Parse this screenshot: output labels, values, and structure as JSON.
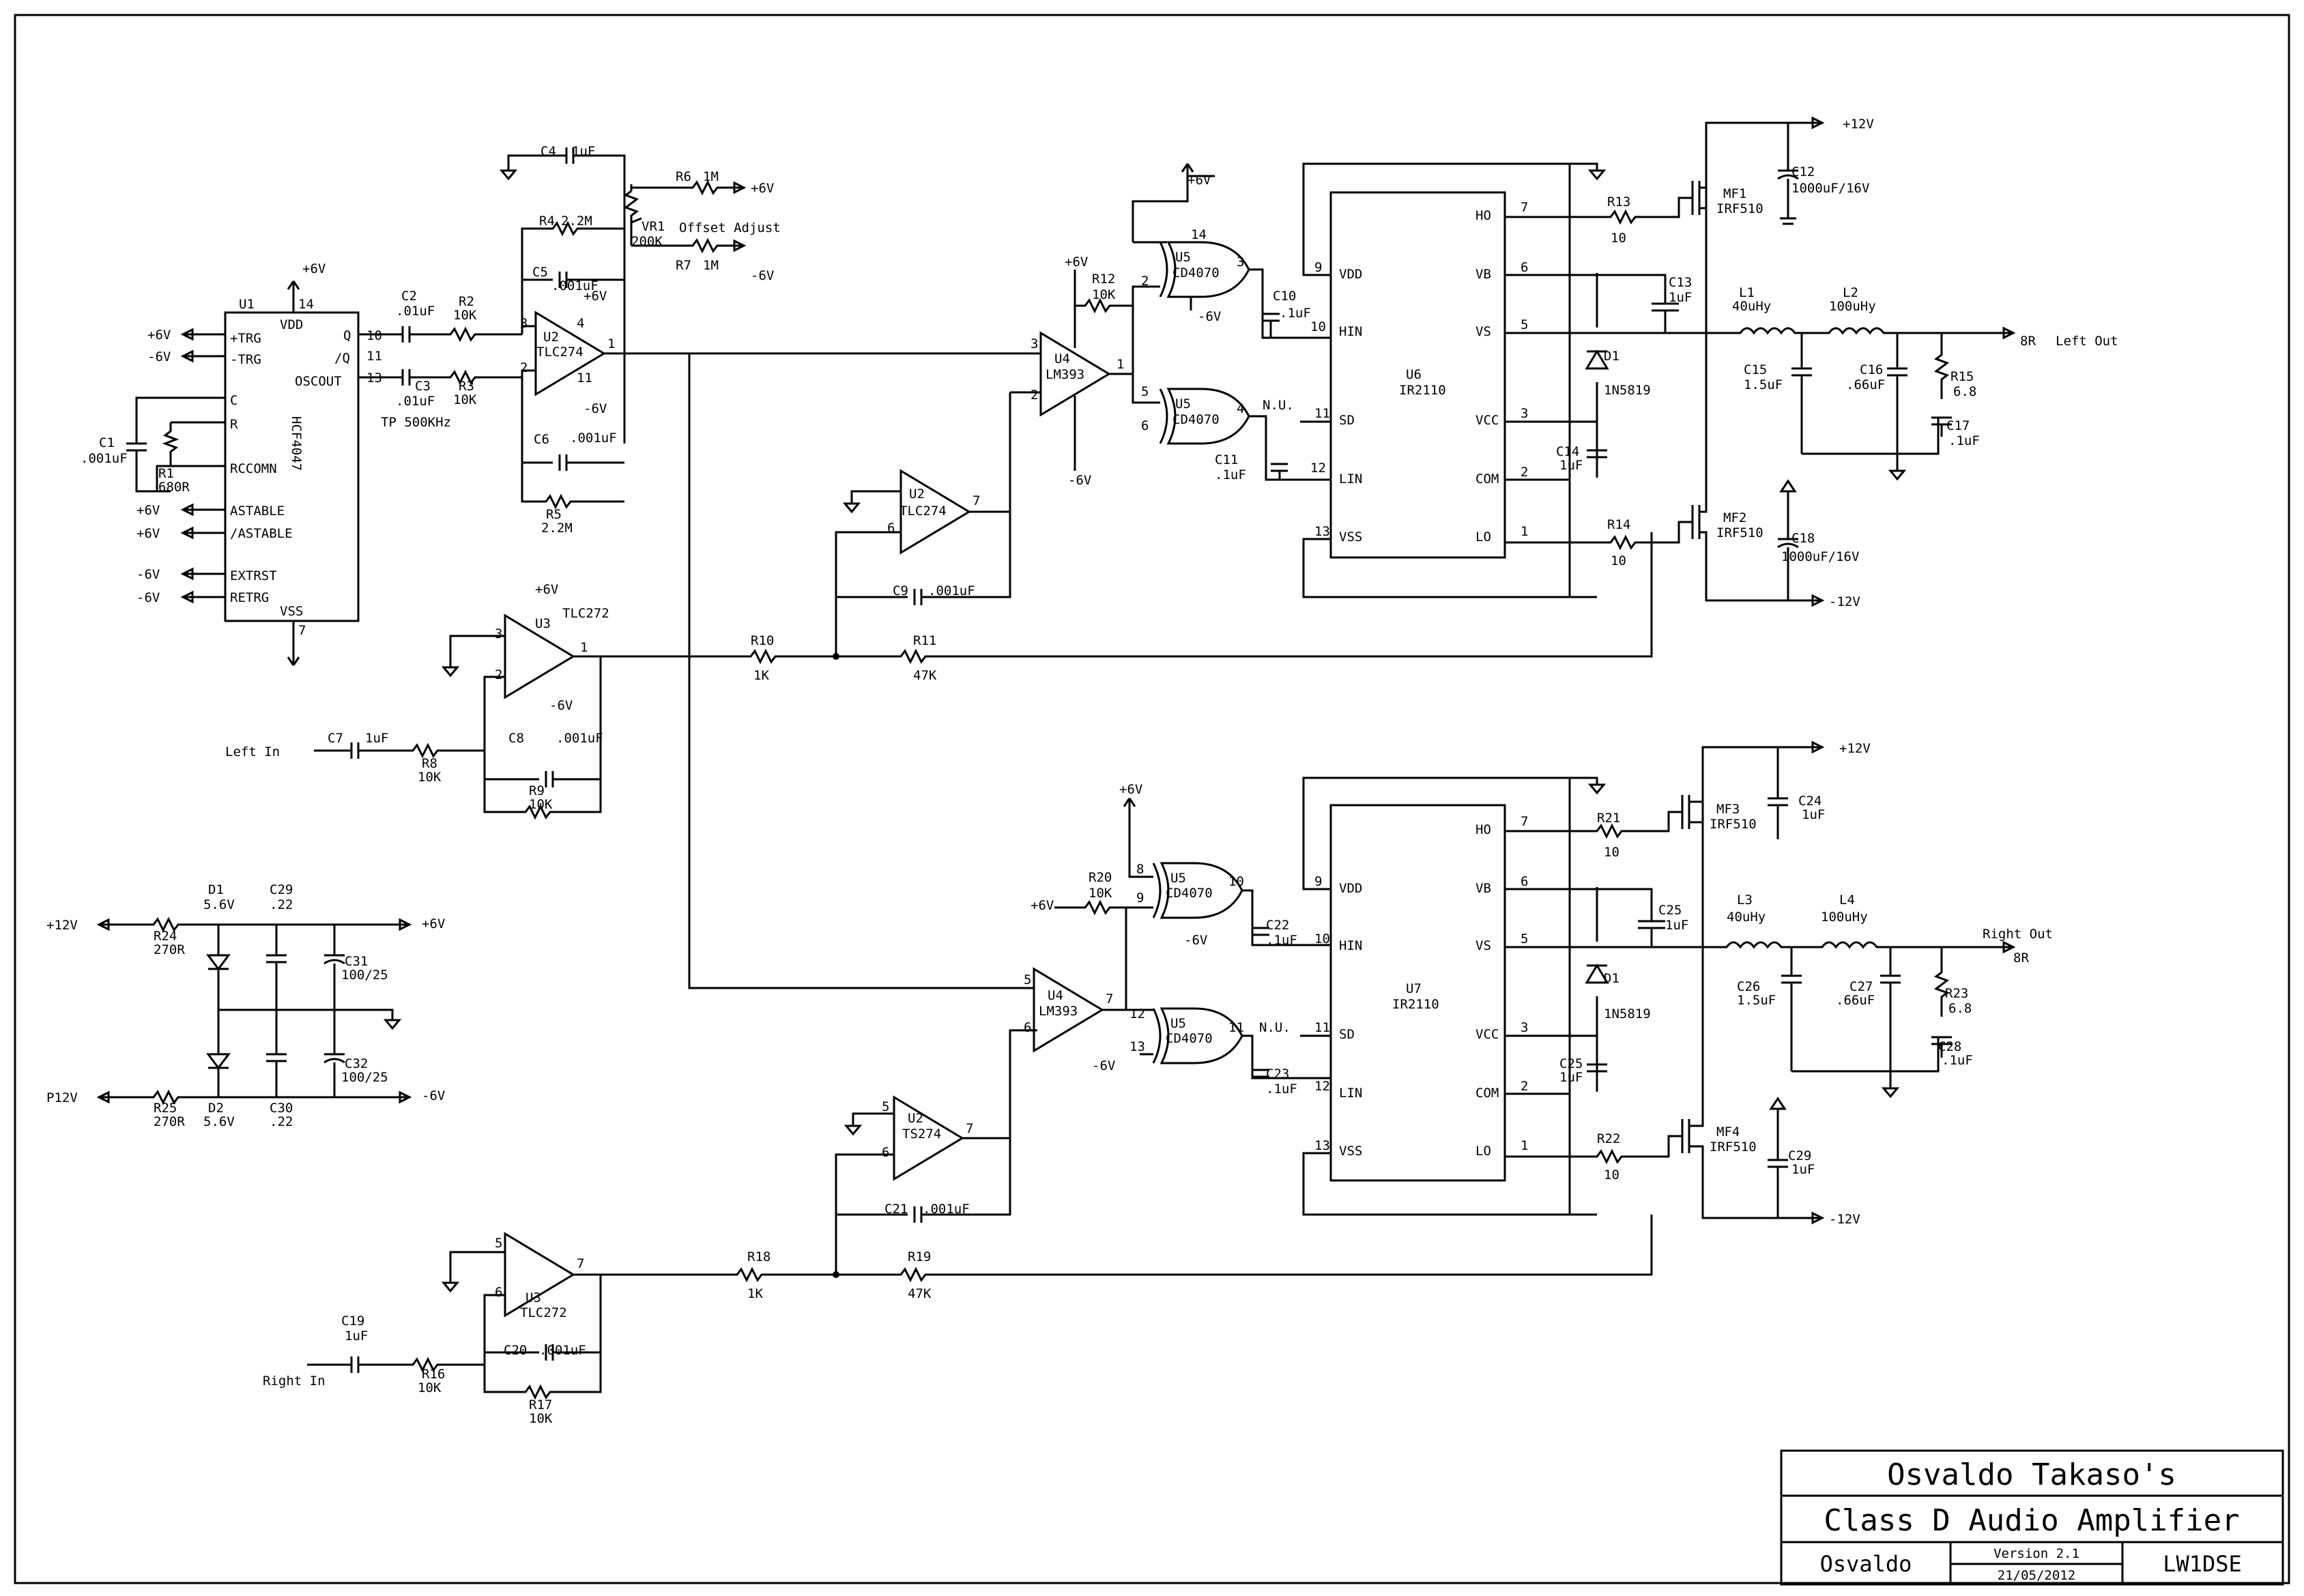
{
  "title_block": {
    "author": "Osvaldo Takaso's",
    "title": "Class D Audio Amplifier",
    "name": "Osvaldo",
    "version": "Version 2.1",
    "date": "21/05/2012",
    "callsign": "LW1DSE"
  },
  "labels": {
    "u1": "U1",
    "u1_chip": "HCF4047",
    "u1_vdd": "VDD",
    "u1_vss": "VSS",
    "p6v": "+6V",
    "n6v": "-6V",
    "p12v": "+12V",
    "n12v": "-12V",
    "p12v_in": "P12V",
    "trg_p": "+TRG",
    "trg_n": "-TRG",
    "c_pin": "C",
    "r_pin": "R",
    "rccomn": "RCCOMN",
    "astable": "ASTABLE",
    "nastable": "/ASTABLE",
    "extrst": "EXTRST",
    "retrg": "RETRG",
    "q": "Q",
    "nq": "/Q",
    "oscout": "OSCOUT",
    "pin14": "14",
    "pin7": "7",
    "pin8": "8",
    "pin6": "6",
    "pin1": "1",
    "pin2": "2",
    "pin3": "3",
    "pin5": "5",
    "pin4": "4",
    "pin9": "9",
    "pin12": "12",
    "pin10": "10",
    "pin11": "11",
    "pin13": "13",
    "c1": "C1",
    "c1v": ".001uF",
    "r1": "R1",
    "r1v": "680R",
    "c2": "C2",
    "c2v": ".01uF",
    "c3": "C3",
    "c3v": ".01uF",
    "r2": "R2",
    "r3": "R3",
    "v10k": "10K",
    "tp": "TP 500KHz",
    "u2": "U2",
    "tlc274": "TLC274",
    "c4": "C4",
    "c4v": "1uF",
    "r4": "R4",
    "r4v": "2.2M",
    "c5": "C5",
    "c5v": ".001uF",
    "vr1": "VR1",
    "vr1v": "200K",
    "offset": "Offset Adjust",
    "r6": "R6",
    "r7": "R7",
    "v1m": "1M",
    "c6": "C6",
    "c6v": ".001uF",
    "r5": "R5",
    "r5v": "2.2M",
    "u3": "U3",
    "tlc272": "TLC272",
    "left_in": "Left In",
    "c7": "C7",
    "c7v": "1uF",
    "r8": "R8",
    "c8": "C8",
    "c8v": ".001uF",
    "r9": "R9",
    "r10": "R10",
    "v1k": "1K",
    "r11": "R11",
    "v47k": "47K",
    "c9": "C9",
    "c9v": ".001uF",
    "u4": "U4",
    "lm393": "LM393",
    "r12": "R12",
    "u5": "U5",
    "cd4070": "CD4070",
    "nu": "N.U.",
    "c10": "C10",
    "c10v": ".1uF",
    "c11": "C11",
    "c11v": ".1uF",
    "u6": "U6",
    "ir2110": "IR2110",
    "vdd": "VDD",
    "hin": "HIN",
    "sd": "SD",
    "lin": "LIN",
    "vss": "VSS",
    "ho": "HO",
    "vb": "VB",
    "vs": "VS",
    "vcc": "VCC",
    "com": "COM",
    "lo": "LO",
    "r13": "R13",
    "r14": "R14",
    "v10": "10",
    "mf1": "MF1",
    "mf2": "MF2",
    "irf510": "IRF510",
    "c12": "C12",
    "c12v": "1000uF/16V",
    "c18": "C18",
    "c18v": "1000uF/16V",
    "c13": "C13",
    "c13v": "1uF",
    "d1": "D1",
    "d1v": "1N5819",
    "c14": "C14",
    "c14v": "1uF",
    "l1": "L1",
    "l1v": "40uHy",
    "l2": "L2",
    "l2v": "100uHy",
    "c15": "C15",
    "c15v": "1.5uF",
    "c16": "C16",
    "c16v": ".66uF",
    "r15": "R15",
    "r15v": "6.8",
    "c17": "C17",
    "c17v": ".1uF",
    "out8r": "8R",
    "left_out": "Left Out",
    "right_out": "Right Out",
    "ts274": "TS274",
    "right_in": "Right In",
    "c19": "C19",
    "c19v": "1uF",
    "r16": "R16",
    "c20": "C20",
    "c20v": ".001uF",
    "r17": "R17",
    "r18": "R18",
    "r19": "R19",
    "c21": "C21",
    "c21v": ".001uF",
    "r20": "R20",
    "c22": "C22",
    "c22v": ".1uF",
    "c23": "C23",
    "c23v": ".1uF",
    "u7": "U7",
    "r21": "R21",
    "r22": "R22",
    "mf3": "MF3",
    "mf4": "MF4",
    "c24": "C24",
    "c24v": "1uF",
    "c25": "C25",
    "c25v": "1uF",
    "c29": "C29",
    "c29v": "1uF",
    "l3": "L3",
    "l4": "L4",
    "c26": "C26",
    "c26v": "1.5uF",
    "c27": "C27",
    "c27v": ".66uF",
    "r23": "R23",
    "c28": "C28",
    "c28v": ".1uF",
    "d2": "D2",
    "v56": "5.6V",
    "r24": "R24",
    "r25": "R25",
    "v270r": "270R",
    "c30": "C30",
    "v22": ".22",
    "c31": "C31",
    "c31v": "100/25",
    "c32": "C32",
    "c32v": "100/25"
  }
}
